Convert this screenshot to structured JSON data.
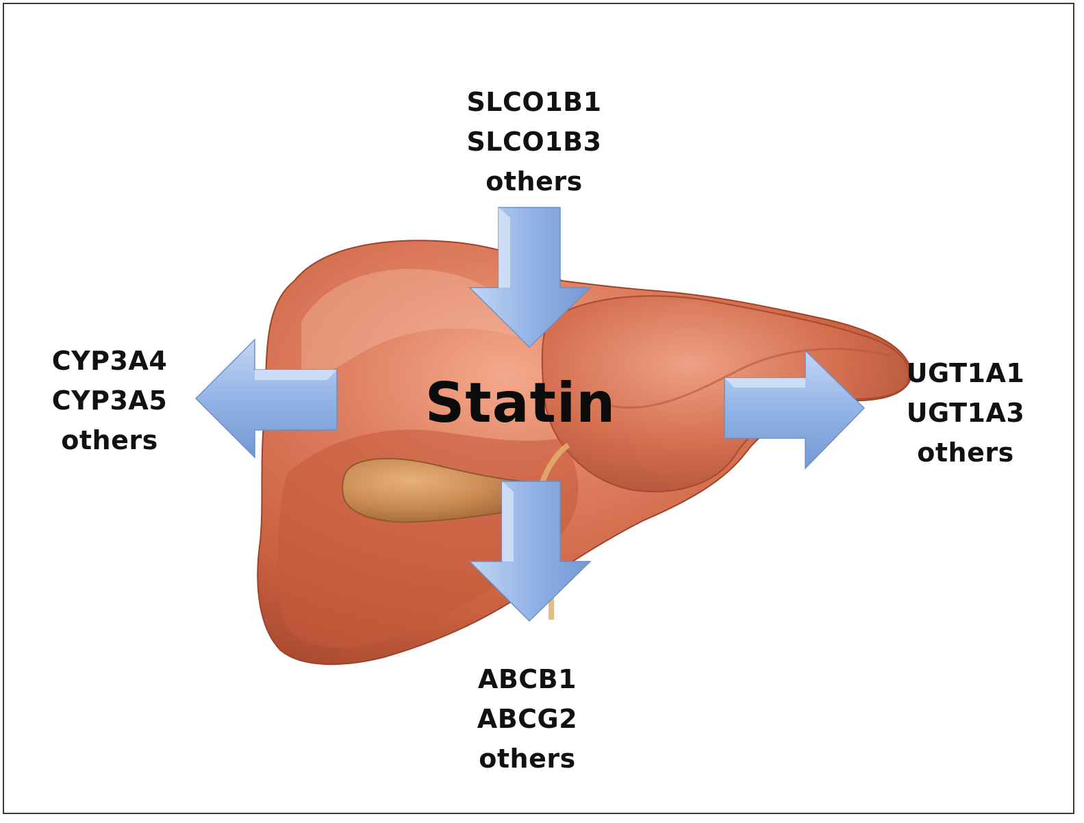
{
  "center": {
    "label": "Statin"
  },
  "uptake": {
    "lines": [
      "SLCO1B1",
      "SLCO1B3",
      "others"
    ]
  },
  "metabolism_phase1": {
    "lines": [
      "CYP3A4",
      "CYP3A5",
      "others"
    ]
  },
  "metabolism_phase2": {
    "lines": [
      "UGT1A1",
      "UGT1A3",
      "others"
    ]
  },
  "efflux": {
    "lines": [
      "ABCB1",
      "ABCG2",
      "others"
    ]
  },
  "colors": {
    "liver": "#cf6a4c",
    "liver_dark": "#a8452f",
    "gallbladder": "#c98a52",
    "arrow": "#8fb0e2",
    "arrow_light": "#c9daf5",
    "arrow_dark": "#6d8fc8",
    "frame": "#3a3a3a"
  }
}
